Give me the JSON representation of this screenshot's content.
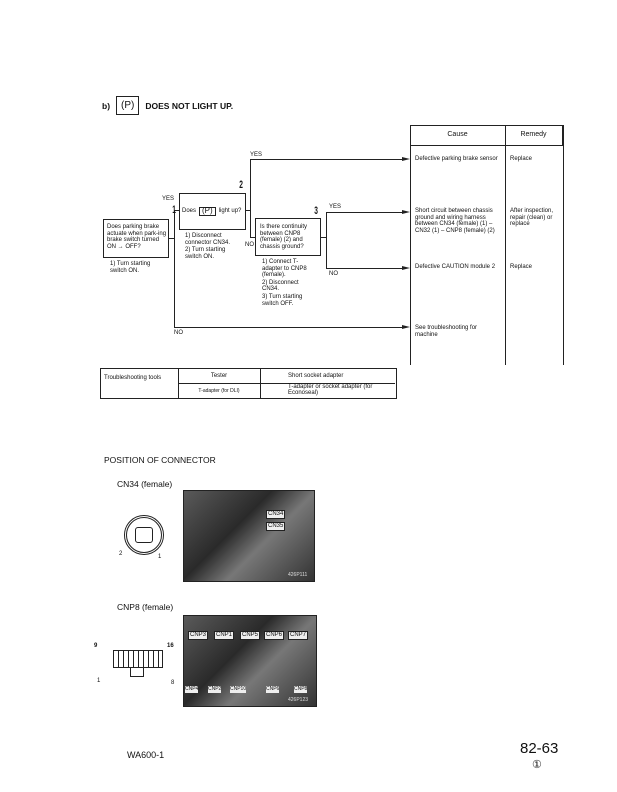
{
  "section": {
    "prefix": "b)",
    "icon": "parking-brake-lamp-icon",
    "icon_text": "(P)",
    "title": "DOES NOT LIGHT UP."
  },
  "table_header": {
    "cause": "Cause",
    "remedy": "Remedy"
  },
  "flow": {
    "step1": {
      "num": "1",
      "question": "Does parking brake actuate when park-ing brake switch turned ON → OFF?",
      "note": "1) Turn starting switch ON."
    },
    "step2": {
      "num": "2",
      "q_pre": "Does",
      "q_post": "light up?",
      "icon_text": "(P)",
      "note1": "1) Disconnect connector CN34.",
      "note2": "2) Turn starting switch ON."
    },
    "step3": {
      "num": "3",
      "question": "Is there continuity between CNP8 (female) (2) and chassis ground?",
      "note1": "1) Connect T-adapter to CNP8 (female).",
      "note2": "2) Disconnect CN34.",
      "note3": "3) Turn starting switch OFF."
    },
    "yes": "YES",
    "no": "NO"
  },
  "results": [
    {
      "cause": "Defective parking brake sensor",
      "remedy": "Replace"
    },
    {
      "cause": "Short circuit between chassis ground and wiring harness between CN34 (female) (1) – CN32 (1) – CNP8 (female) (2)",
      "remedy": "After inspection, repair (clean) or replace"
    },
    {
      "cause": "Defective CAUTION module 2",
      "remedy": "Replace"
    },
    {
      "cause": "See troubleshooting for machine",
      "remedy": ""
    }
  ],
  "tools": {
    "label": "Troubleshooting tools",
    "tester": "Tester",
    "short_socket": "Short socket adapter",
    "t_adapter_dli": "T-adapter (for DLI)",
    "t_adapter_econo": "T-adapter or socket adapter (for Econoseal)"
  },
  "position": {
    "title": "POSITION OF CONNECTOR",
    "cn34": {
      "label": "CN34 (female)",
      "pin_left": "2",
      "pin_right": "1",
      "photo_tags": [
        "CN34",
        "CN35"
      ],
      "photo_id": "426P111"
    },
    "cnp8": {
      "label": "CNP8 (female)",
      "pin_tl": "9",
      "pin_tr": "16",
      "pin_bl": "1",
      "pin_br": "8",
      "photo_tags": [
        "CNP3",
        "CNP1",
        "CNP5",
        "CNP6",
        "CNP7"
      ],
      "photo_bottom": [
        "CNP4",
        "CNP2",
        "CNP10",
        "CNP6",
        "CNP8"
      ],
      "photo_id": "426P123"
    }
  },
  "footer": {
    "model": "WA600-1",
    "page": "82-63",
    "revision": "①"
  }
}
